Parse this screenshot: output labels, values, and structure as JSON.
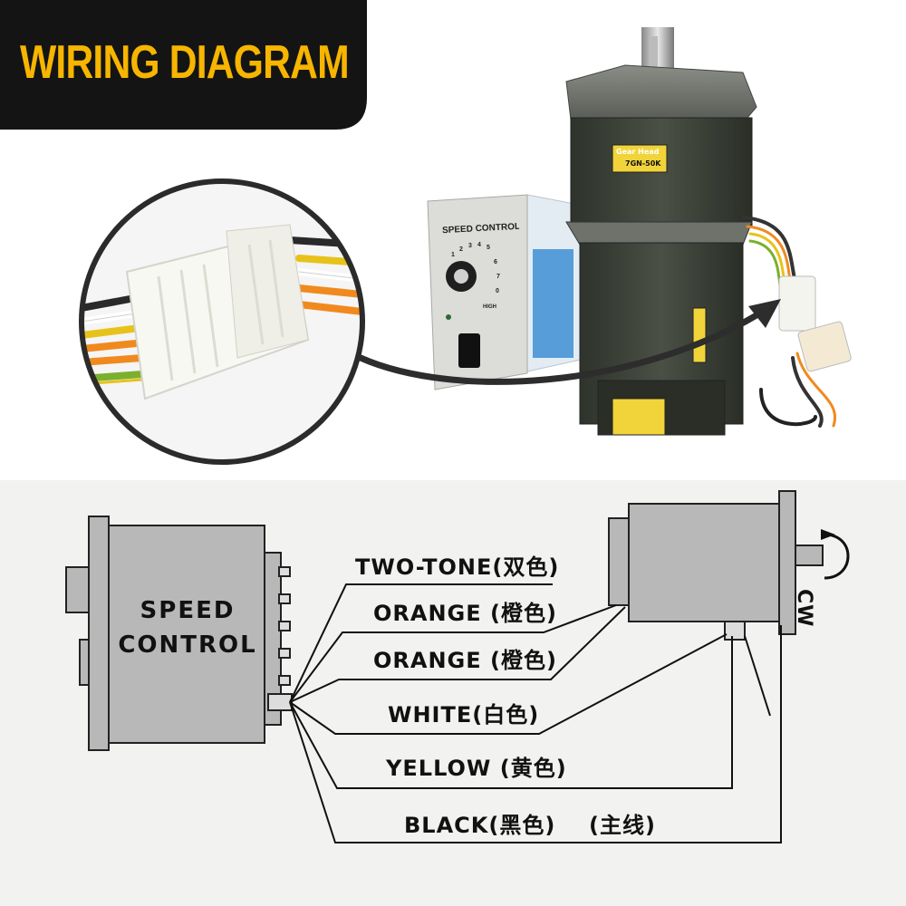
{
  "banner": {
    "title": "WIRING DIAGRAM"
  },
  "photo": {
    "controller": {
      "title": "SPEED CONTROL",
      "dial_numbers": [
        "1",
        "2",
        "3",
        "4",
        "5",
        "6",
        "7",
        "0"
      ],
      "high_label": "HIGH"
    },
    "motor": {
      "gear_head_label": "Gear Head",
      "model_plate": "7GN-50K"
    }
  },
  "diagram": {
    "speed_control_label_line1": "SPEED",
    "speed_control_label_line2": "CONTROL",
    "rotation_label": "CW",
    "wires": [
      {
        "label": "TWO-TONE(双色)"
      },
      {
        "label": "ORANGE (橙色)"
      },
      {
        "label": "ORANGE (橙色)"
      },
      {
        "label": "WHITE(白色)"
      },
      {
        "label": "YELLOW (黄色)"
      },
      {
        "label": "BLACK(黑色)"
      }
    ],
    "main_line_note": "(主线)"
  },
  "colors": {
    "banner_bg": "#141414",
    "banner_text": "#f7b500",
    "motor_body": "#3d4238",
    "diagram_gray": "#b8b8b8"
  }
}
